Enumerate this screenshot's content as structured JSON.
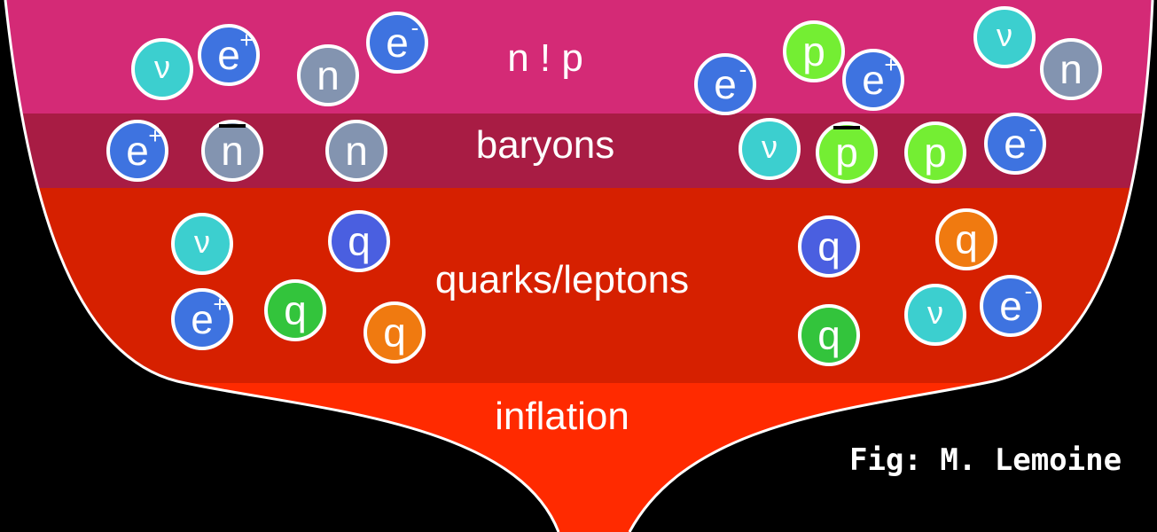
{
  "layers": {
    "np": "n ! p",
    "baryons": "baryons",
    "quarks": "quarks/leptons",
    "inflation": "inflation"
  },
  "caption": "Fig: M. Lemoine",
  "particles": {
    "nu": "ν",
    "e": "e",
    "n": "n",
    "p": "p",
    "q": "q",
    "plus": "+",
    "minus": "-"
  },
  "colors": {
    "background": "#000000",
    "np_band": "#d42a76",
    "baryon_band": "#a81c44",
    "quark_band": "#d62000",
    "inflation_band": "#ff2a00",
    "neutrino": "#3ccfcf",
    "electron": "#3e73e0",
    "neutron": "#8394b0",
    "proton": "#74ee33",
    "quark_blue": "#4a5fe0",
    "quark_green": "#33c43c",
    "quark_orange": "#f07a10"
  }
}
